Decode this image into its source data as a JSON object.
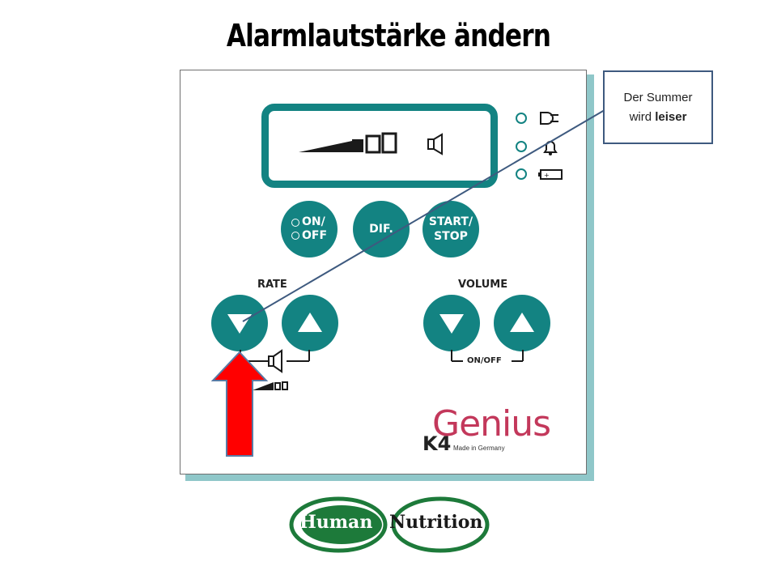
{
  "title": "Alarmlautstärke ändern",
  "callout": {
    "line1": "Der Summer",
    "line2_prefix": "wird ",
    "line2_bold": "leiser"
  },
  "buttons": {
    "onoff": {
      "line1": "ON/",
      "line2": "OFF"
    },
    "dif": "DIF.",
    "startstop": {
      "line1": "START/",
      "line2": "STOP"
    }
  },
  "labels": {
    "rate": "RATE",
    "volume": "VOLUME",
    "onoff_bracket": "ON/OFF"
  },
  "brand": {
    "name": "Genius",
    "model": "K4",
    "made_in": "Made in Germany"
  },
  "logo": {
    "left": "Human",
    "right": "Nutrition"
  },
  "colors": {
    "teal": "#138382",
    "arrow": "#ff0000",
    "genius": "#c3385b",
    "logo_green": "#1d7a3a"
  },
  "icons": [
    "speaker-icon",
    "volume-level-icon",
    "plug-icon",
    "bell-icon",
    "battery-icon",
    "arrow-down-icon",
    "arrow-up-icon"
  ]
}
